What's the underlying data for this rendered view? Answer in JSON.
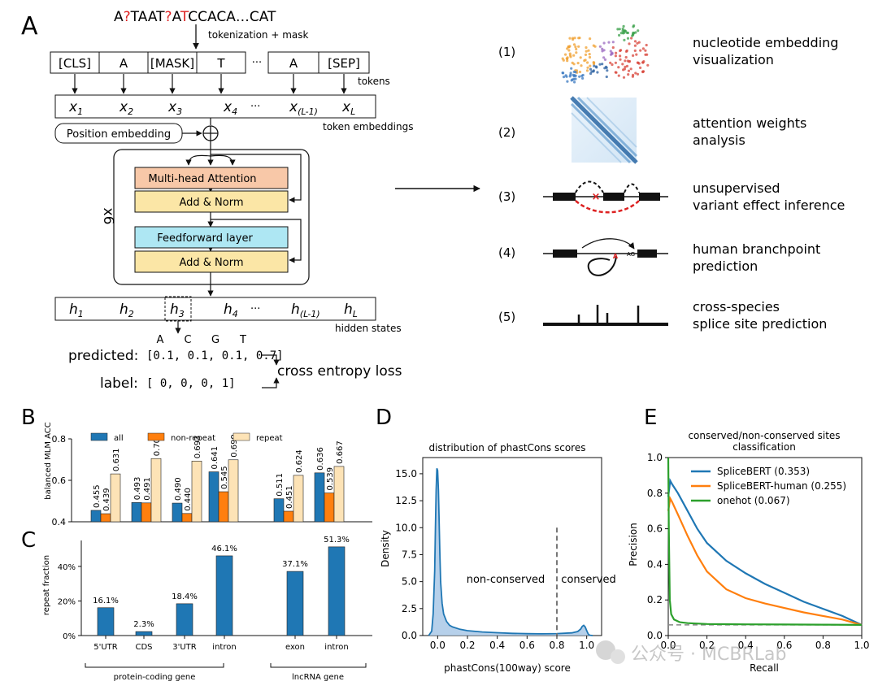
{
  "panel_labels": {
    "a": "A",
    "b": "B",
    "c": "C",
    "d": "D",
    "e": "E"
  },
  "panel_a": {
    "sequence": {
      "p1": "A",
      "m1": "?",
      "p2": "TAAT",
      "m2": "?",
      "p3": "A",
      "p4": "T",
      "p5": "CCACA…CAT"
    },
    "tokenization_label": "tokenization + mask",
    "tokens": [
      "[CLS]",
      "A",
      "[MASK]",
      "T",
      "···",
      "A",
      "[SEP]"
    ],
    "tokens_label": "tokens",
    "embeddings": [
      {
        "base": "x",
        "sub": "1"
      },
      {
        "base": "x",
        "sub": "2"
      },
      {
        "base": "x",
        "sub": "3"
      },
      {
        "base": "x",
        "sub": "4"
      },
      {
        "base": "···",
        "sub": ""
      },
      {
        "base": "x",
        "sub": "(L-1)"
      },
      {
        "base": "x",
        "sub": "L"
      }
    ],
    "embeddings_label": "token embeddings",
    "position_embedding": "Position embedding",
    "repeat": "x6",
    "mha": "Multi-head Attention",
    "addnorm": "Add & Norm",
    "ffn": "Feedforward layer",
    "hidden": [
      {
        "base": "h",
        "sub": "1"
      },
      {
        "base": "h",
        "sub": "2"
      },
      {
        "base": "h",
        "sub": "3"
      },
      {
        "base": "h",
        "sub": "4"
      },
      {
        "base": "···",
        "sub": ""
      },
      {
        "base": "h",
        "sub": "(L-1)"
      },
      {
        "base": "h",
        "sub": "L"
      }
    ],
    "hidden_label": "hidden states",
    "bases": [
      "A",
      "C",
      "G",
      "T"
    ],
    "predicted_label": "predicted:",
    "predicted_values": "[0.1, 0.1, 0.1, 0.7]",
    "label_label": "label:",
    "label_values": "[ 0,   0,   0,   1]",
    "loss": "cross entropy loss"
  },
  "applications": [
    {
      "num": "(1)",
      "line1": "nucleotide embedding",
      "line2": "visualization"
    },
    {
      "num": "(2)",
      "line1": "attention weights",
      "line2": "analysis"
    },
    {
      "num": "(3)",
      "line1": "unsupervised",
      "line2": "variant effect inference"
    },
    {
      "num": "(4)",
      "line1": "human branchpoint",
      "line2": "prediction"
    },
    {
      "num": "(5)",
      "line1": "cross-species",
      "line2": "splice site prediction"
    }
  ],
  "app4_labels": {
    "a": "A",
    "ag": "AG"
  },
  "colors": {
    "mha_fill": "#f8c8a8",
    "addnorm_fill": "#fbe6a6",
    "ffn_fill": "#aee7f3",
    "mask_red": "#dd2222",
    "all": "#1f77b4",
    "nonrepeat": "#ff7f0e",
    "repeat": "#fde3b6",
    "splicebert": "#1f77b4",
    "splicebert_human": "#ff7f0e",
    "onehot": "#2ca02c"
  },
  "chart_data": [
    {
      "id": "B",
      "type": "bar",
      "title": "",
      "ylabel": "balanced MLM ACC",
      "ylim": [
        0.4,
        0.8
      ],
      "yticks": [
        0.4,
        0.6,
        0.8
      ],
      "categories": [
        "5'UTR",
        "CDS",
        "3'UTR",
        "intron",
        "exon",
        "intron"
      ],
      "series": [
        {
          "name": "all",
          "values": [
            0.455,
            0.493,
            0.49,
            0.641,
            0.511,
            0.636
          ]
        },
        {
          "name": "non-repeat",
          "values": [
            0.439,
            0.491,
            0.44,
            0.545,
            0.451,
            0.539
          ]
        },
        {
          "name": "repeat",
          "values": [
            0.631,
            0.705,
            0.693,
            0.699,
            0.624,
            0.667
          ]
        }
      ],
      "legend": "top"
    },
    {
      "id": "C",
      "type": "bar",
      "title": "",
      "ylabel": "repeat fraction",
      "ylim": [
        0,
        55
      ],
      "yticks": [
        "0%",
        "20%",
        "40%"
      ],
      "categories": [
        "5'UTR",
        "CDS",
        "3'UTR",
        "intron",
        "exon",
        "intron"
      ],
      "values": [
        16.1,
        2.3,
        18.4,
        46.1,
        37.1,
        51.3
      ],
      "value_labels": [
        "16.1%",
        "2.3%",
        "18.4%",
        "46.1%",
        "37.1%",
        "51.3%"
      ],
      "groups": [
        {
          "name": "protein-coding gene"
        },
        {
          "name": "lncRNA gene"
        }
      ]
    },
    {
      "id": "D",
      "type": "area",
      "title": "distribution of phastCons scores",
      "xlabel": "phastCons(100way) score",
      "ylabel": "Density",
      "xlim": [
        -0.1,
        1.1
      ],
      "ylim": [
        0,
        16.5
      ],
      "xticks": [
        "0.0",
        "0.2",
        "0.4",
        "0.6",
        "0.8",
        "1.0"
      ],
      "yticks": [
        "0.0",
        "2.5",
        "5.0",
        "7.5",
        "10.0",
        "12.5",
        "15.0"
      ],
      "threshold": 0.8,
      "annotations": [
        "non-conserved",
        "conserved"
      ],
      "x": [
        -0.06,
        -0.04,
        -0.03,
        -0.02,
        -0.015,
        -0.01,
        -0.005,
        0.0,
        0.005,
        0.01,
        0.015,
        0.02,
        0.03,
        0.04,
        0.06,
        0.08,
        0.1,
        0.15,
        0.2,
        0.3,
        0.4,
        0.5,
        0.6,
        0.7,
        0.8,
        0.9,
        0.94,
        0.96,
        0.97,
        0.98,
        0.99,
        1.0,
        1.01,
        1.02,
        1.04
      ],
      "y": [
        0.0,
        0.4,
        2.0,
        6.0,
        10.0,
        13.5,
        15.5,
        15.3,
        13.5,
        10.5,
        7.5,
        5.0,
        3.0,
        2.0,
        1.3,
        0.95,
        0.8,
        0.58,
        0.45,
        0.33,
        0.26,
        0.2,
        0.17,
        0.16,
        0.18,
        0.25,
        0.38,
        0.6,
        0.85,
        0.95,
        0.8,
        0.45,
        0.15,
        0.03,
        0.0
      ]
    },
    {
      "id": "E",
      "type": "line",
      "title": "conserved/non-conserved sites classification",
      "xlabel": "Recall",
      "ylabel": "Precision",
      "xlim": [
        0,
        1
      ],
      "ylim": [
        0,
        1
      ],
      "xticks": [
        "0.0",
        "0.2",
        "0.4",
        "0.6",
        "0.8",
        "1.0"
      ],
      "yticks": [
        "0.0",
        "0.2",
        "0.4",
        "0.6",
        "0.8",
        "1.0"
      ],
      "baseline": 0.06,
      "series": [
        {
          "name": "SpliceBERT (0.353)",
          "x": [
            0.0,
            0.01,
            0.02,
            0.05,
            0.1,
            0.15,
            0.2,
            0.3,
            0.4,
            0.5,
            0.6,
            0.7,
            0.8,
            0.9,
            1.0
          ],
          "y": [
            0.78,
            0.87,
            0.85,
            0.8,
            0.7,
            0.6,
            0.52,
            0.42,
            0.35,
            0.29,
            0.24,
            0.19,
            0.15,
            0.11,
            0.06
          ]
        },
        {
          "name": "SpliceBERT-human (0.255)",
          "x": [
            0.0,
            0.01,
            0.02,
            0.05,
            0.1,
            0.15,
            0.2,
            0.3,
            0.4,
            0.5,
            0.6,
            0.7,
            0.8,
            0.9,
            1.0
          ],
          "y": [
            0.7,
            0.77,
            0.75,
            0.68,
            0.56,
            0.45,
            0.36,
            0.26,
            0.21,
            0.18,
            0.155,
            0.13,
            0.11,
            0.09,
            0.06
          ]
        },
        {
          "name": "onehot (0.067)",
          "x": [
            0.0,
            0.003,
            0.008,
            0.015,
            0.03,
            0.06,
            0.1,
            0.2,
            0.4,
            0.6,
            0.8,
            1.0
          ],
          "y": [
            1.0,
            0.6,
            0.2,
            0.12,
            0.09,
            0.075,
            0.07,
            0.065,
            0.063,
            0.062,
            0.061,
            0.06
          ]
        }
      ],
      "legend": "top-right"
    }
  ],
  "watermark": "公众号 · MCBRLab"
}
